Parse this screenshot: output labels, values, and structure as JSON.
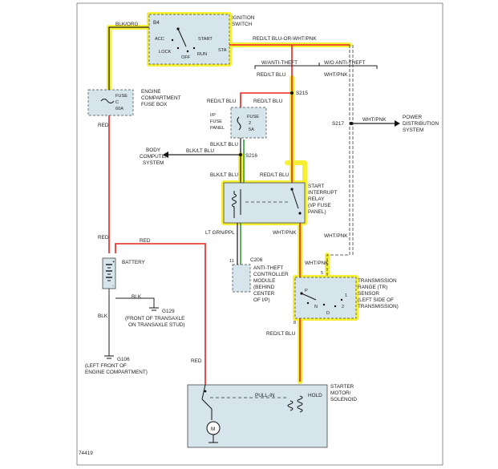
{
  "figure_id": "74419",
  "colors": {
    "highlight": "#f5ef2a",
    "wire_red": "#e8241c",
    "wire_green": "#2c9e35",
    "component_fill": "#d6e4ec"
  },
  "ignition_switch": {
    "title_1": "IGNITION",
    "title_2": "SWITCH",
    "pin_b4": "B4",
    "pos_acc": "ACC",
    "pos_lock": "LOCK",
    "pos_off": "OFF",
    "pos_start": "START",
    "pos_run": "RUN",
    "pin_sta": "STA"
  },
  "wires": {
    "blk_org": "BLK/ORG",
    "red_lt_blu_or_wht_pnk": "RED/LT BLU-OR-WHT/PNK",
    "w_anti_theft": "W/ANTI-THEFT",
    "wo_anti_theft": "W/O ANTI-THEFT",
    "red_lt_blu_a": "RED/LT BLU",
    "wht_pnk_a": "WHT/PNK",
    "red": "RED",
    "red_lt_blu_b": "RED/LT BLU",
    "red_lt_blu_c": "RED/LT BLU",
    "blk_lt_blu_a": "BLK/LT BLU",
    "blk_lt_blu_b": "BLK/LT BLU",
    "blk_lt_blu_c": "BLK/LT BLU",
    "red_lt_blu_d": "RED/LT BLU",
    "wht_pnk_b": "WHT/PNK",
    "lt_grn_ppl": "LT GRN/PPL",
    "wht_pnk_c": "WHT/PNK",
    "wht_pnk_d": "WHT/PNK",
    "wht_pnk_e": "WHT/PNK",
    "red_b": "RED",
    "red_c": "RED",
    "blk_a": "BLK",
    "blk_b": "BLK",
    "red_lt_blu_e": "RED/LT BLU",
    "red_d": "RED"
  },
  "splices": {
    "s215": "S215",
    "s216": "S216",
    "s217": "S217"
  },
  "engine_fuse_box": {
    "fuse_1": "FUSE",
    "fuse_2": "C",
    "fuse_3": "60A",
    "title_1": "ENGINE",
    "title_2": "COMPARTMENT",
    "title_3": "FUSE BOX"
  },
  "ip_fuse_panel": {
    "title_1": "I/P",
    "title_2": "FUSE",
    "title_3": "PANEL",
    "fuse_1": "FUSE",
    "fuse_2": "2",
    "fuse_3": "5A"
  },
  "body_computer": {
    "line_1": "BODY",
    "line_2": "COMPUTER",
    "line_3": "SYSTEM"
  },
  "power_distribution": {
    "line_1": "POWER",
    "line_2": "DISTRIBUTION",
    "line_3": "SYSTEM"
  },
  "relay": {
    "line_1": "START",
    "line_2": "INTERRUPT",
    "line_3": "RELAY",
    "line_4": "(I/P FUSE",
    "line_5": "PANEL)"
  },
  "anti_theft": {
    "pin": "11",
    "connector": "C206",
    "line_1": "ANTI-THEFT",
    "line_2": "CONTROLLER",
    "line_3": "MODULE",
    "line_4": "(BEHIND",
    "line_5": "CENTER",
    "line_6": "OF I/P)"
  },
  "tr_sensor": {
    "pin_5": "5",
    "pin_8": "8",
    "pos_p": "P",
    "pos_n": "N",
    "pos_d": "D",
    "pos_2": "2",
    "pos_1": "1",
    "line_1": "TRANSMISSION",
    "line_2": "RANGE (TR)",
    "line_3": "SENSOR",
    "line_4": "(LEFT SIDE OF",
    "line_5": "TRANSMISSION)"
  },
  "battery": {
    "label": "BATTERY",
    "plus": "+",
    "minus": "-"
  },
  "grounds": {
    "g129": "G129",
    "g129_loc_1": "(FRONT OF TRANSAXLE",
    "g129_loc_2": "ON TRANSAXLE STUD)",
    "g106": "G106",
    "g106_loc_1": "(LEFT FRONT OF",
    "g106_loc_2": "ENGINE COMPARTMENT)"
  },
  "starter": {
    "line_1": "STARTER",
    "line_2": "MOTOR/",
    "line_3": "SOLENOID",
    "pull_in": "PULL-IN",
    "hold": "HOLD",
    "motor": "M"
  }
}
